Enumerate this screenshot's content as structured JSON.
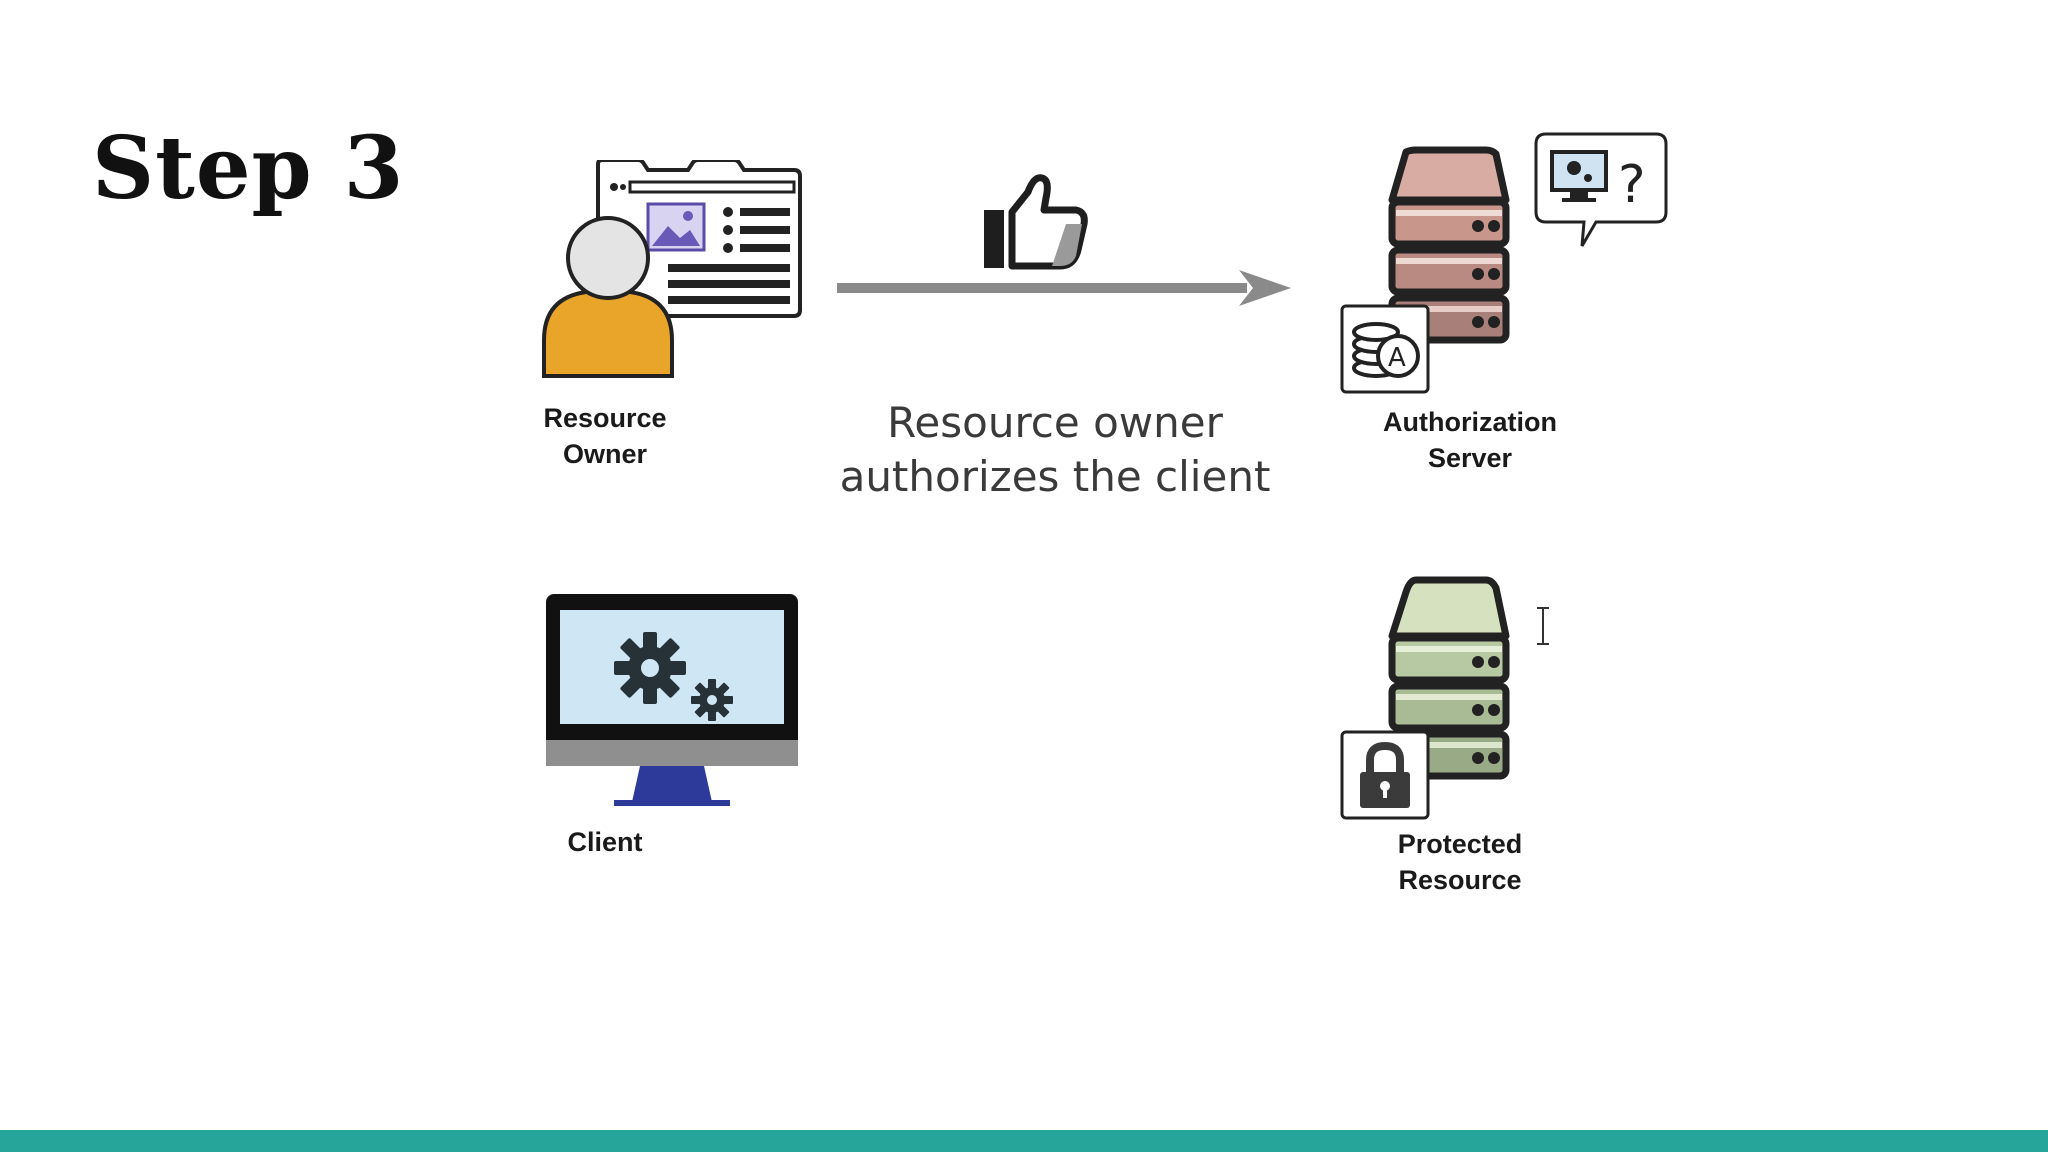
{
  "title": "Step 3",
  "caption": {
    "line1": "Resource owner",
    "line2": "authorizes the client"
  },
  "nodes": {
    "resource_owner": {
      "line1": "Resource",
      "line2": "Owner",
      "icon": "user-with-browser-icon"
    },
    "authorization_server": {
      "line1": "Authorization",
      "line2": "Server",
      "icon": "server-with-key-icon"
    },
    "client": {
      "line1": "Client",
      "icon": "monitor-gears-icon"
    },
    "protected_resource": {
      "line1": "Protected",
      "line2": "Resource",
      "icon": "server-with-lock-icon"
    }
  },
  "edges": [
    {
      "from": "resource_owner",
      "to": "authorization_server",
      "icon": "thumbs-up-icon"
    }
  ],
  "colors": {
    "accent_bar": "#26a69a",
    "user_body": "#e8a52a",
    "auth_server": "#c9968c",
    "protected_server": "#9eb58a",
    "arrow": "#8a8a8a"
  }
}
